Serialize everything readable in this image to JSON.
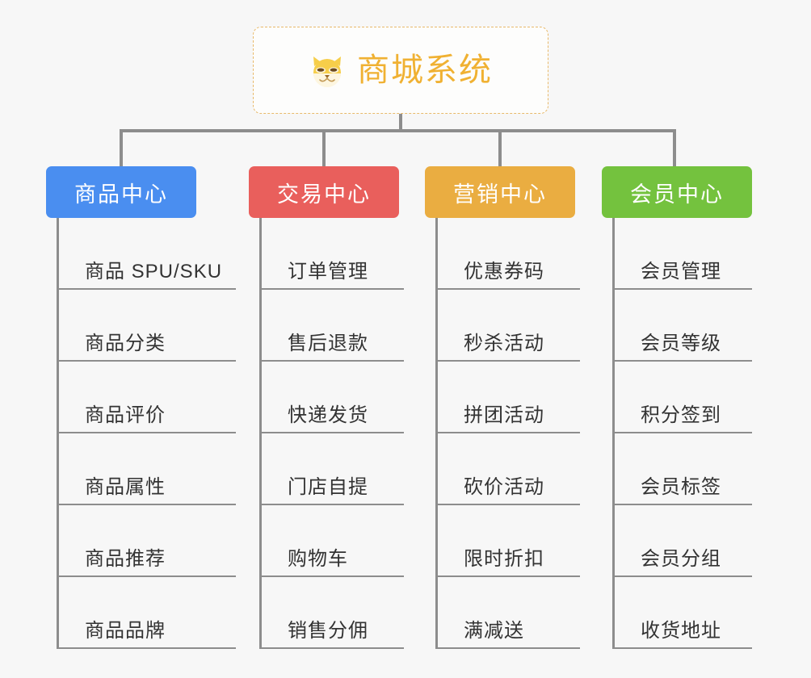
{
  "page": {
    "background_color": "#f7f7f7",
    "connector_color": "#8d8d8d",
    "leaf_text_color": "#333333"
  },
  "root": {
    "title": "商城系统",
    "logo_icon": "shiba-dog-face-icon",
    "title_color": "#f0b132",
    "border_color": "#e8b96a",
    "background_color": "#fdfdfc"
  },
  "columns": [
    {
      "id": "product-center",
      "header": "商品中心",
      "color": "#4a8ef0",
      "items": [
        "商品 SPU/SKU",
        "商品分类",
        "商品评价",
        "商品属性",
        "商品推荐",
        "商品品牌"
      ]
    },
    {
      "id": "trade-center",
      "header": "交易中心",
      "color": "#e95f5c",
      "items": [
        "订单管理",
        "售后退款",
        "快递发货",
        "门店自提",
        "购物车",
        "销售分佣"
      ]
    },
    {
      "id": "marketing-center",
      "header": "营销中心",
      "color": "#eaad41",
      "items": [
        "优惠券码",
        "秒杀活动",
        "拼团活动",
        "砍价活动",
        "限时折扣",
        "满减送"
      ]
    },
    {
      "id": "member-center",
      "header": "会员中心",
      "color": "#74c23e",
      "items": [
        "会员管理",
        "会员等级",
        "积分签到",
        "会员标签",
        "会员分组",
        "收货地址"
      ]
    }
  ]
}
